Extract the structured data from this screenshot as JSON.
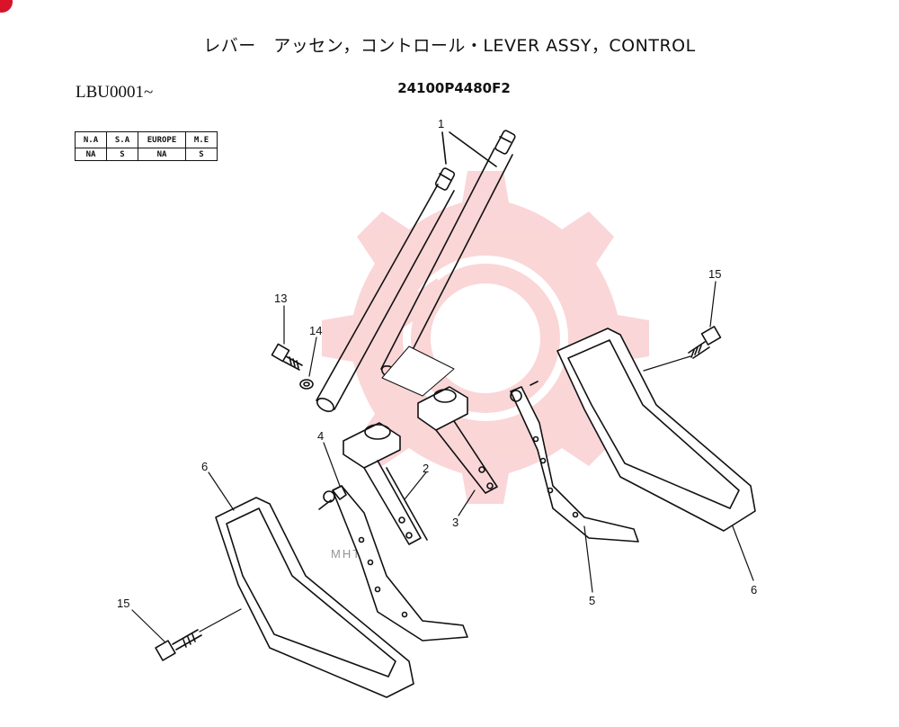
{
  "title": "レバー　アッセン，コントロール・LEVER  ASSY，CONTROL",
  "serial": "LBU0001~",
  "part_number": "24100P4480F2",
  "market_table": {
    "headers": [
      "N.A",
      "S.A",
      "EUROPE",
      "M.E"
    ],
    "values": [
      "NA",
      "S",
      "NA",
      "S"
    ]
  },
  "callouts": {
    "c1": "1",
    "c2": "2",
    "c3": "3",
    "c4": "4",
    "c5": "5",
    "c6a": "6",
    "c6b": "6",
    "c13": "13",
    "c14": "14",
    "c15a": "15",
    "c15b": "15"
  },
  "watermark": "MHTEX",
  "colors": {
    "watermark": "#f4a3a6",
    "corner_badge": "#d8132a",
    "ink": "#111111"
  }
}
